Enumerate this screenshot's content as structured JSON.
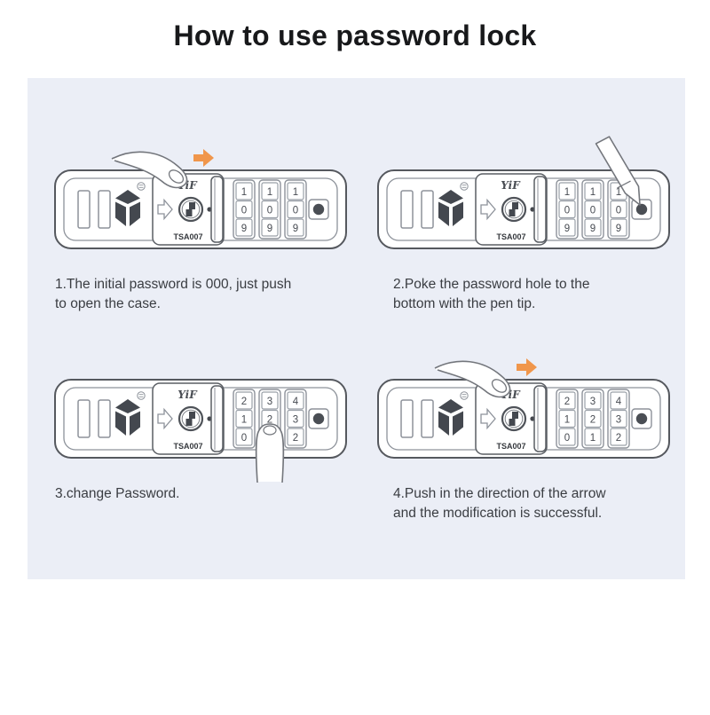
{
  "title": "How to use password lock",
  "brand": "YiF",
  "model": "TSA007",
  "colors": {
    "panel_bg": "#ebeef6",
    "arrow_orange": "#F0964B",
    "outline_dark": "#55585e",
    "outline_mid": "#8d929a",
    "ink_dark": "#44484f",
    "caption_text": "#3a3d42",
    "title_text": "#18191b"
  },
  "steps": [
    {
      "caption": "1.The initial password is 000, just push\nto open the case.",
      "dials": [
        [
          "1",
          "0",
          "9"
        ],
        [
          "1",
          "0",
          "9"
        ],
        [
          "1",
          "0",
          "9"
        ]
      ],
      "overlays": [
        "finger-top",
        "arrow-right"
      ]
    },
    {
      "caption": "2.Poke the password hole to the\nbottom with the pen tip.",
      "dials": [
        [
          "1",
          "0",
          "9"
        ],
        [
          "1",
          "0",
          "9"
        ],
        [
          "1",
          "0",
          "9"
        ]
      ],
      "overlays": [
        "pen"
      ]
    },
    {
      "caption": "3.change Password.",
      "dials": [
        [
          "2",
          "1",
          "0"
        ],
        [
          "3",
          "2",
          ""
        ],
        [
          "4",
          "3",
          "2"
        ]
      ],
      "overlays": [
        "finger-bottom"
      ]
    },
    {
      "caption": "4.Push in the direction of the arrow\nand the modification is successful.",
      "dials": [
        [
          "2",
          "1",
          "0"
        ],
        [
          "3",
          "2",
          "1"
        ],
        [
          "4",
          "3",
          "2"
        ]
      ],
      "overlays": [
        "finger-top",
        "arrow-right"
      ]
    }
  ]
}
